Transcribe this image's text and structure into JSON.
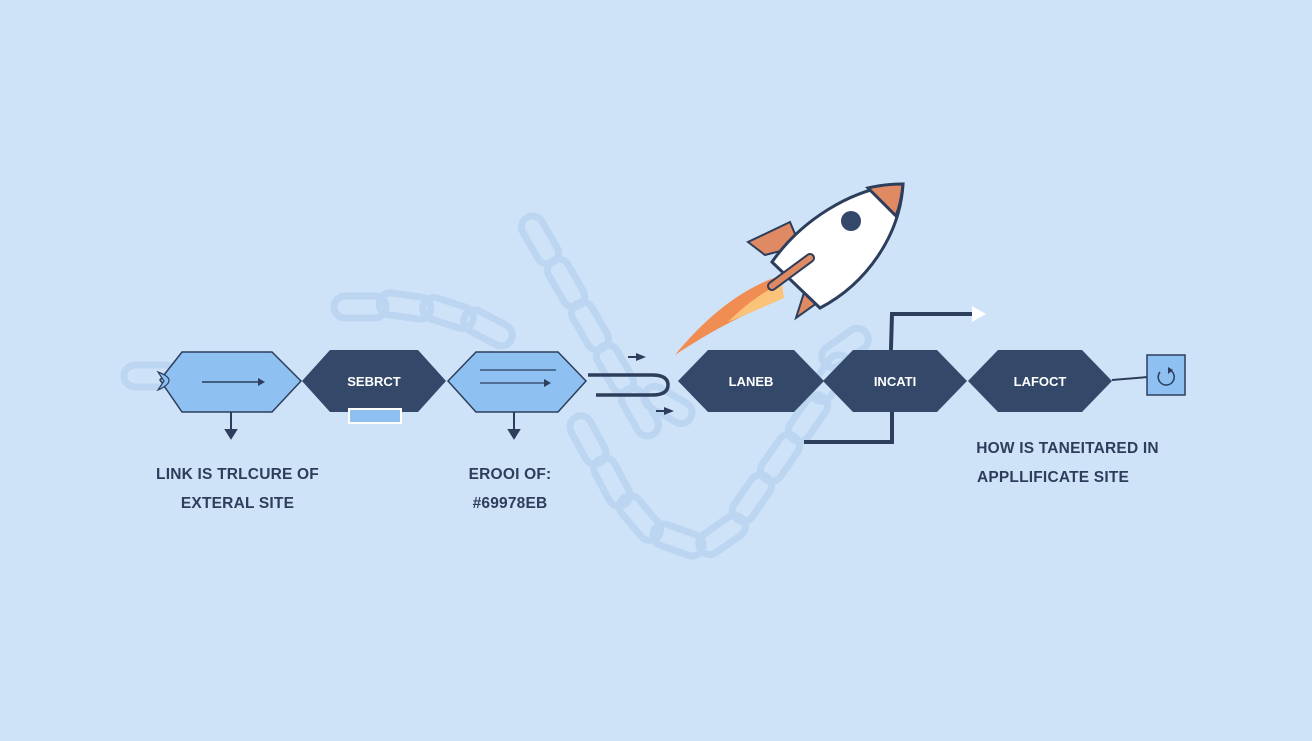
{
  "nodes": [
    {
      "text": ""
    },
    {
      "text": "SEBRCT"
    },
    {
      "text": ""
    },
    {
      "text": "LANEB"
    },
    {
      "text": "INCATI"
    },
    {
      "text": "LAFOCT"
    }
  ],
  "captions": {
    "left_line1": "LINK IS TRLCURE OF",
    "left_line2": "EXTERAL SITE",
    "mid_line1": "EROOI OF:",
    "mid_line2": "#69978EB",
    "right_line1": "HOW IS TANEITARED IN",
    "right_line2": "APPLLIFICATE SITE"
  },
  "colors": {
    "background": "#cfe3f8",
    "light_node": "#8fc0f2",
    "dark_node": "#34496a",
    "chain": "#b9d4f0",
    "rocket_body": "#ffffff",
    "rocket_accent": "#e08a63",
    "flame": "#f08d52"
  },
  "icons": [
    "rocket-icon",
    "chain-links-icon",
    "refresh-icon",
    "arrow-right-icon",
    "arrow-down-icon"
  ]
}
